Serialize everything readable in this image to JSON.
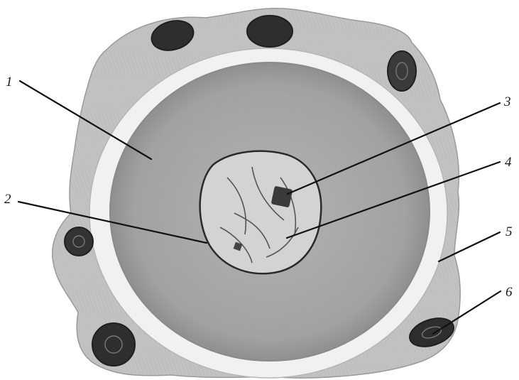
{
  "labels": {
    "l1": "1",
    "l2": "2",
    "l3": "3",
    "l4": "4",
    "l5": "5",
    "l6": "6"
  },
  "colors": {
    "background": "#ffffff",
    "follicle_cells": "#bdbdbd",
    "zona_pellucida": "#f1f1f1",
    "ooplasm": "#a9a9a9",
    "nucleus": "#cfcfcf",
    "nucleolus": "#3a3a3a",
    "cell_nuclei": "#2e2e2e",
    "ink": "#111111"
  }
}
